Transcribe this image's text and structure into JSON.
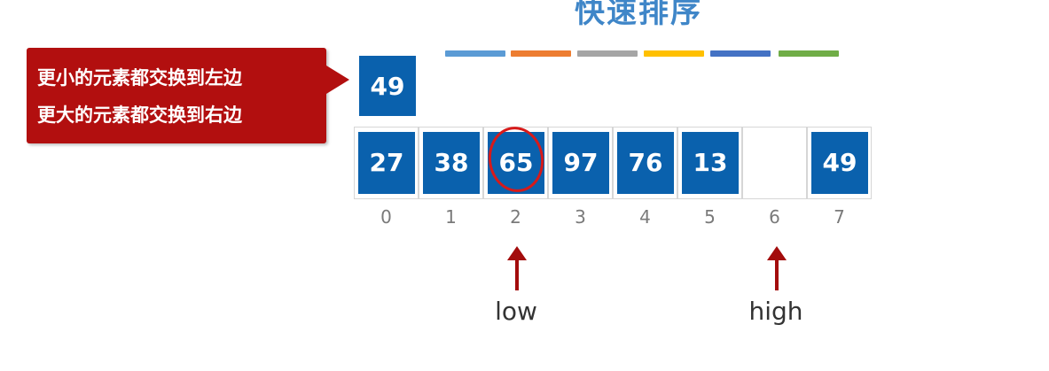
{
  "title": "快速排序",
  "color_bars": [
    "#5b9bd5",
    "#ed7d31",
    "#a5a5a5",
    "#ffc000",
    "#4472c4",
    "#70ad47"
  ],
  "callout": {
    "line1": "更小的元素都交换到左边",
    "line2": "更大的元素都交换到右边"
  },
  "pivot_value": "49",
  "array": [
    {
      "index": "0",
      "value": "27"
    },
    {
      "index": "1",
      "value": "38"
    },
    {
      "index": "2",
      "value": "65"
    },
    {
      "index": "3",
      "value": "97"
    },
    {
      "index": "4",
      "value": "76"
    },
    {
      "index": "5",
      "value": "13"
    },
    {
      "index": "6",
      "value": ""
    },
    {
      "index": "7",
      "value": "49"
    }
  ],
  "pointers": {
    "low": {
      "label": "low",
      "index": 2
    },
    "high": {
      "label": "high",
      "index": 6
    }
  },
  "colors": {
    "box": "#0a61ad",
    "callout": "#b20f0f",
    "title": "#3f86c8",
    "circle": "#d71a1a",
    "arrow": "#a30c0c"
  }
}
